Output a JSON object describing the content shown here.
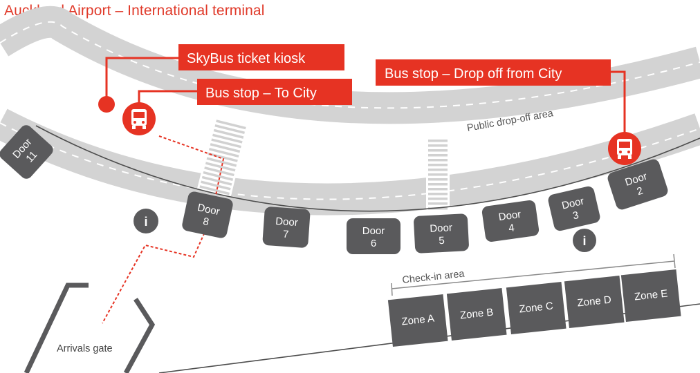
{
  "title": "Auckland Airport – International terminal",
  "callouts": {
    "skybus_kiosk": "SkyBus ticket kiosk",
    "to_city": "Bus stop – To City",
    "from_city": "Bus stop – Drop off from City"
  },
  "labels": {
    "public_dropoff": "Public drop-off area",
    "checkin_area": "Check-in area",
    "arrivals_gate": "Arrivals gate",
    "info": "i"
  },
  "doors": [
    {
      "id": "11",
      "word": "Door",
      "num": "11"
    },
    {
      "id": "8",
      "word": "Door",
      "num": "8"
    },
    {
      "id": "7",
      "word": "Door",
      "num": "7"
    },
    {
      "id": "6",
      "word": "Door",
      "num": "6"
    },
    {
      "id": "5",
      "word": "Door",
      "num": "5"
    },
    {
      "id": "4",
      "word": "Door",
      "num": "4"
    },
    {
      "id": "3",
      "word": "Door",
      "num": "3"
    },
    {
      "id": "2",
      "word": "Door",
      "num": "2"
    }
  ],
  "zones": [
    "Zone A",
    "Zone B",
    "Zone C",
    "Zone D",
    "Zone E"
  ],
  "colors": {
    "accent": "#e63323",
    "road": "#d1d1d1",
    "door": "#5a5a5c",
    "zone": "#5a5a5c",
    "lines": "#555555"
  },
  "icons": {
    "bus": "bus-icon",
    "info": "info-icon",
    "kiosk": "kiosk-marker-icon"
  }
}
